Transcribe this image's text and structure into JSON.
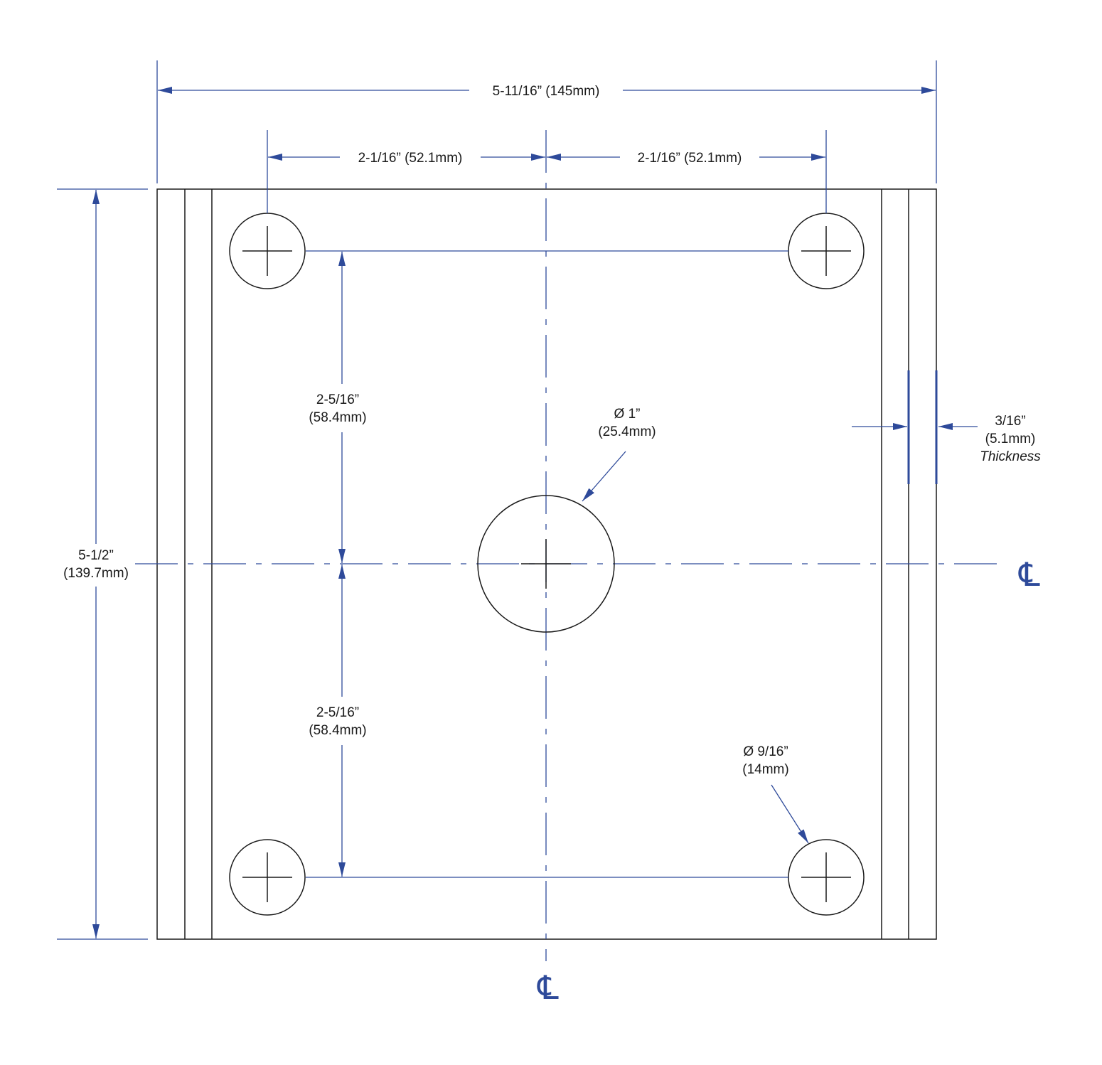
{
  "dimensions": {
    "overall_width": "5-11/16” (145mm)",
    "hole_spacing_left": "2-1/16” (52.1mm)",
    "hole_spacing_right": "2-1/16” (52.1mm)",
    "overall_height_in": "5-1/2”",
    "overall_height_mm": "(139.7mm)",
    "upper_vertical_in": "2-5/16”",
    "upper_vertical_mm": "(58.4mm)",
    "lower_vertical_in": "2-5/16”",
    "lower_vertical_mm": "(58.4mm)",
    "center_hole_dia": "Ø 1”",
    "center_hole_mm": "(25.4mm)",
    "bolt_hole_dia": "Ø 9/16”",
    "bolt_hole_mm": "(14mm)",
    "thickness_in": "3/16”",
    "thickness_mm": "(5.1mm)",
    "thickness_label": "Thickness"
  },
  "centerline_symbol": "℄",
  "colors": {
    "dimension": "#2e4a9a",
    "outline": "#1a1a1a"
  }
}
